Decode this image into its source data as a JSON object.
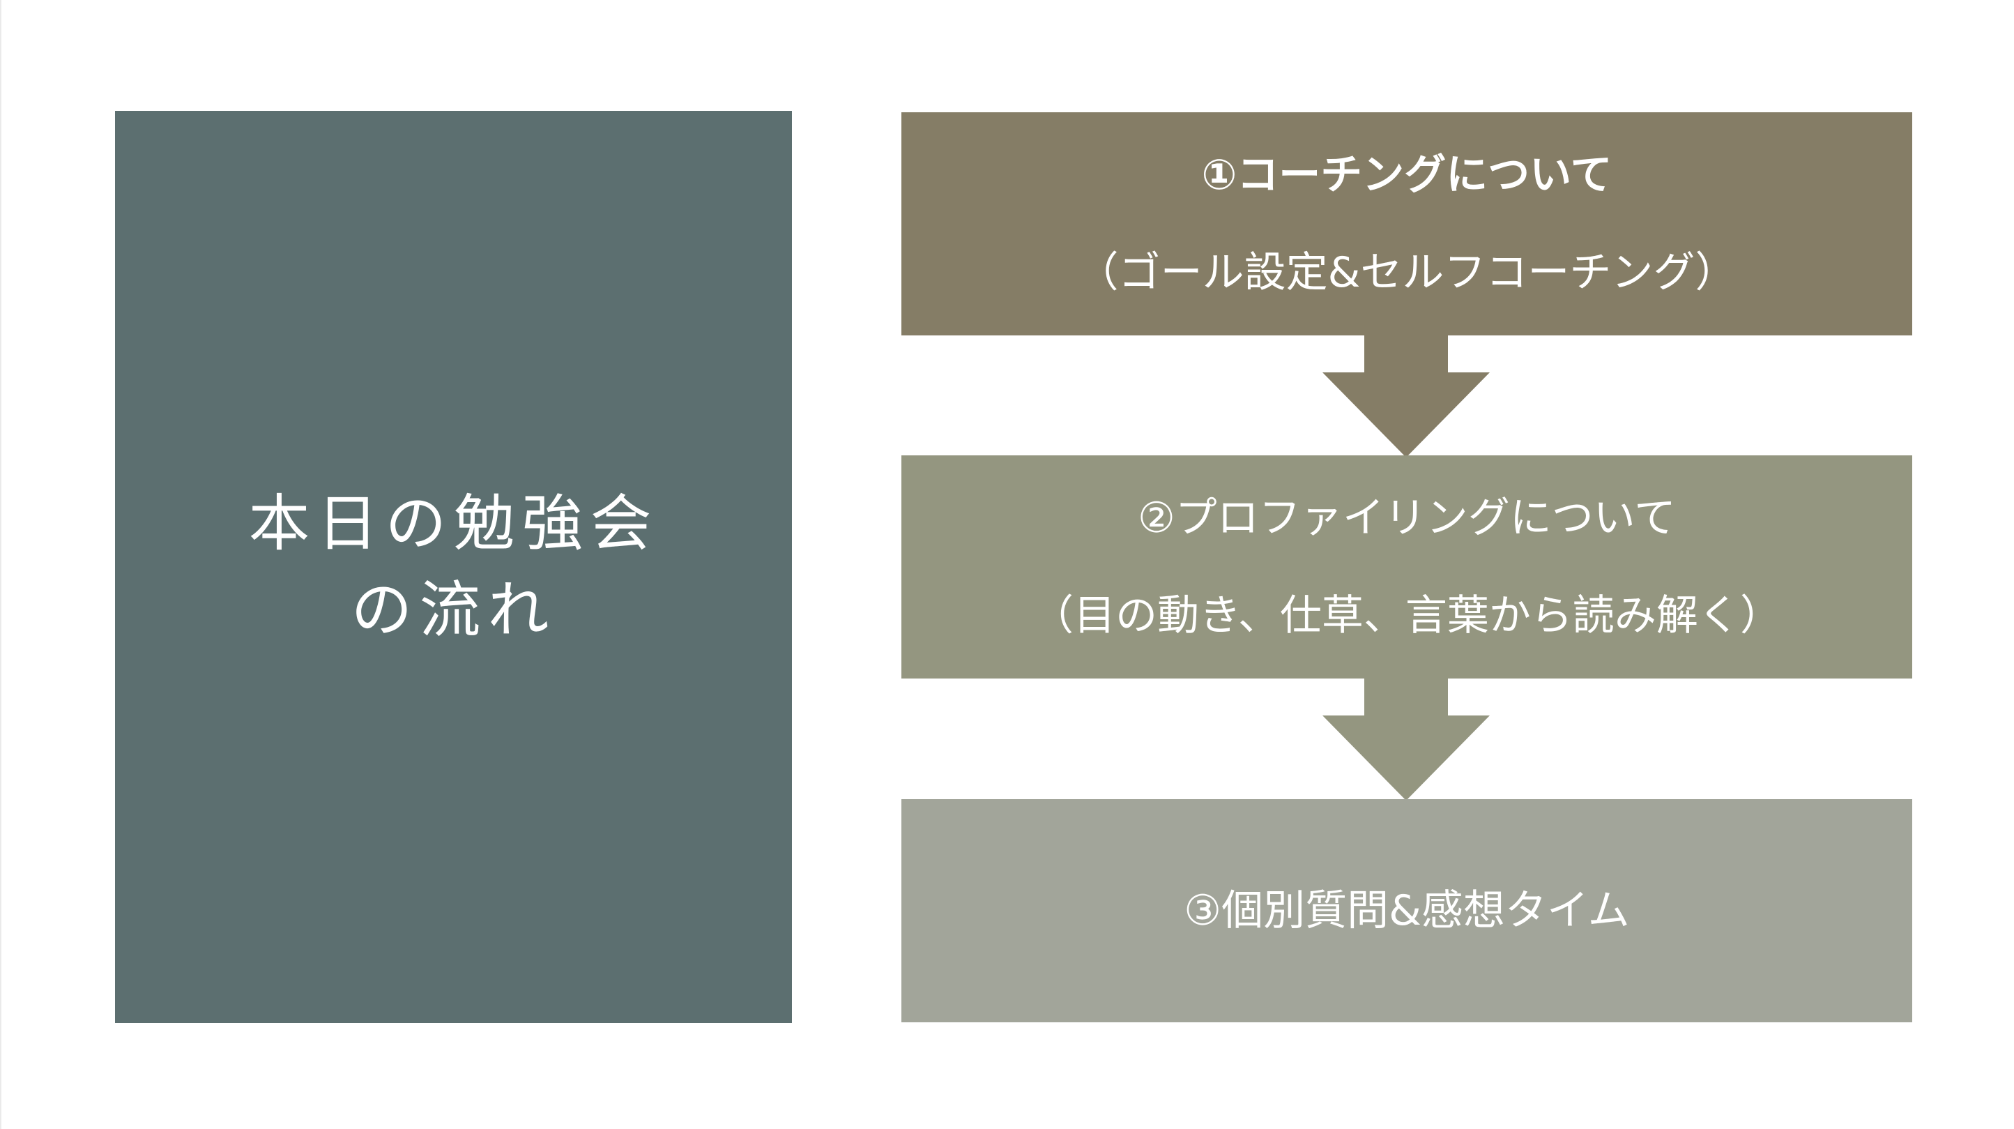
{
  "title_panel": {
    "line1": "本日の勉強会",
    "line2": "の流れ",
    "color": "#5c6f70"
  },
  "steps": [
    {
      "title": "①コーチングについて",
      "subtitle": "（ゴール設定&セルフコーチング）",
      "color": "#857d66"
    },
    {
      "title": "②プロファイリングについて",
      "subtitle": "（目の動き、仕草、言葉から読み解く）",
      "color": "#949680"
    },
    {
      "title": "③個別質問&感想タイム",
      "color": "#a2a59a"
    }
  ],
  "arrows": [
    {
      "icon": "down-arrow-icon",
      "color": "#857d66"
    },
    {
      "icon": "down-arrow-icon",
      "color": "#949680"
    }
  ]
}
